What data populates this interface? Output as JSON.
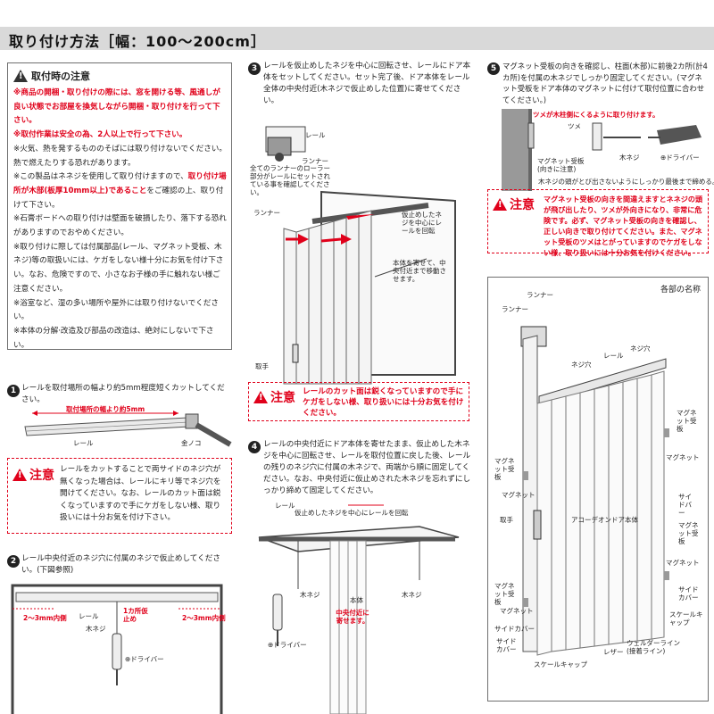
{
  "title": "取り付け方法［幅：100〜200cm］",
  "notice": {
    "heading": "取付時の注意",
    "items": [
      {
        "text": "※商品の開梱・取り付けの際には、窓を開ける等、風通しが良い状態でお部屋を換気しながら開梱・取り付けを行って下さい。",
        "red": true
      },
      {
        "text": "※取付作業は安全の為、2人以上で行って下さい。",
        "red": true
      },
      {
        "text": "※火気、熱を発するもののそばには取り付けないでください。熱で燃えたりする恐れがあります。",
        "red": false
      },
      {
        "text": "※この製品はネネジを使用して取り付けますので、",
        "red": false
      },
      {
        "text": "取り付け場所が木部(板厚10mm以上)であること",
        "red": true
      },
      {
        "text": "をご確認の上、取り付けて下さい。",
        "red": false
      },
      {
        "text": "※石膏ボードへの取り付けは壁面を破損したり、落下する恐れがありますのでおやめください。",
        "red": false
      },
      {
        "text": "※取り付けに際しては付属部品(レール、マグネット受板、木ネジ)等の取扱いには、ケガをしない様十分にお気を付け下さい。なお、危険ですので、小さなお子様の手に触れない様ご注意ください。",
        "red": false
      },
      {
        "text": "※浴室など、湿の多い場所や屋外には取り付けないでください。",
        "red": false
      },
      {
        "text": "※本体の分解·改造及び部品の改造は、絶対にしないで下さい。",
        "red": false
      }
    ]
  },
  "step1": {
    "num": "1",
    "text": "レールを取付場所の幅より約5mm程度短くカットしてください。",
    "label_width": "取付場所の幅より約5mm",
    "label_rail": "レール",
    "label_saw": "金ノコ",
    "caution_word": "注意",
    "caution_text": "レールをカットすることで両サイドのネジ穴が無くなった場合は、レールにキリ等でネジ穴を開けてください。なお、レールのカット面は鋭くなっていますので手にケガをしない様、取り扱いには十分お気を付け下さい。"
  },
  "step2": {
    "num": "2",
    "text": "レール中央付近のネジ穴に付属のネジで仮止めしてください。(下図参照)",
    "label_gap_left": "2〜3mm内側",
    "label_gap_right": "2〜3mm内側",
    "label_rail": "レール",
    "label_screw": "木ネジ",
    "label_temp": "1カ所仮止め",
    "label_driver": "⊕ドライバー"
  },
  "step3": {
    "num": "3",
    "text": "レールを仮止めしたネジを中心に回転させ、レールにドア本体をセットしてください。セット完了後、ドア本体をレール全体の中央付近(木ネジで仮止めした位置)に寄せてください。",
    "label_rail": "レール",
    "label_runner_top": "ランナー",
    "label_runner_note": "全てのランナーのローラー部分がレールにセットされている事を確認してください。",
    "label_runner": "ランナー",
    "label_pivot": "仮止めしたネジを中心にレールを回転",
    "label_move": "本体を寄せて、中央付近まで移動させます。",
    "label_handle": "取手",
    "caution_word": "注意",
    "caution_text": "レールのカット面は鋭くなっていますので手にケガをしない様、取り扱いには十分お気を付けください。"
  },
  "step4": {
    "num": "4",
    "text": "レールの中央付近にドア本体を寄せたまま、仮止めした木ネジを中心に回転させ、レールを取付位置に戻した後、レールの残りのネジ穴に付属の木ネジで、両端から順に固定してください。なお、中央付近に仮止めされた木ネジを忘れずにしっかり締めて固定してください。",
    "label_rail": "レール",
    "label_pivot": "仮止めしたネジを中心にレールを回転",
    "label_screw_l": "木ネジ",
    "label_body": "本体",
    "label_screw_r": "木ネジ",
    "label_center": "中央付近に寄せます。",
    "label_driver": "⊕ドライバー"
  },
  "step5": {
    "num": "5",
    "text": "マグネット受板の向きを確認し、柱面(木部)に前後2カ所(計4カ所)を付属の木ネジでしっかり固定してください。(マグネット受板をドア本体のマグネットに付けて取付位置に合わせてください。)",
    "label_claw": "ツメが木柱側にくるように取り付けます。",
    "label_tsume": "ツメ",
    "label_plate": "マグネット受板(向きに注意)",
    "label_screw": "木ネジ",
    "label_driver": "⊕ドライバー",
    "label_flush": "木ネジの頭がとび出さないようにしっかり最後まで締める。",
    "caution_word": "注意",
    "caution_text": "マグネット受板の向きを間違えますとネネジの頭が飛び出したり、ツメが外向きになり、非常に危険です。必ず、マグネット受板の向きを確認し、正しい向きで取り付けてください。また、マグネット受板のツメはとがっていますのでケガをしない様、取り扱いには十分お気を付けください。"
  },
  "parts": {
    "heading": "各部の名称",
    "runner1": "ランナー",
    "runner2": "ランナー",
    "screw_hole1": "ネジ穴",
    "rail": "レール",
    "screw_hole2": "ネジ穴",
    "magnet_plate_l": "マグネット受板",
    "magnet_l": "マグネット",
    "handle": "取手",
    "door_body": "アコーデオンドア本体",
    "magnet_plate_l2": "マグネット受板",
    "magnet_l2": "マグネット",
    "side_cover_l": "サイドカバー",
    "side_cover_l2": "サイドカバー",
    "magnet_plate_r": "マグネット受板",
    "magnet_r": "マグネット",
    "side_bar_r": "サイドバー",
    "magnet_plate_r2": "マグネット受板",
    "magnet_r2": "マグネット",
    "side_cover_r": "サイドカバー",
    "scale_cap_r": "スケールキャップ",
    "welder_line": "ウェルダーライン(接着ライン)",
    "leather": "レザー",
    "scale_cap_b": "スケールキャップ"
  },
  "colors": {
    "accent": "#e0001a",
    "bar": "#d9d9d9",
    "border": "#6f6f6f"
  }
}
